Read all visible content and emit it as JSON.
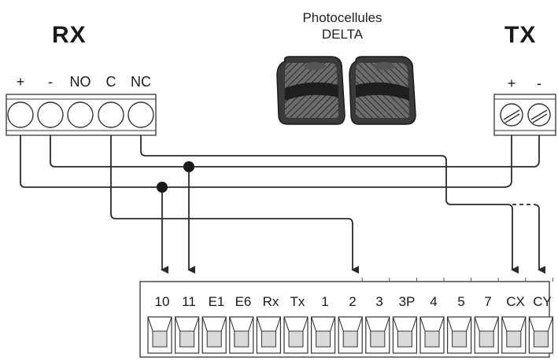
{
  "rx": {
    "title": "RX",
    "terminals": [
      "+",
      "-",
      "NO",
      "C",
      "NC"
    ]
  },
  "tx": {
    "title": "TX",
    "terminals": [
      "+",
      "-"
    ]
  },
  "photocells": {
    "title_line1": "Photocellules",
    "title_line2": "DELTA"
  },
  "control_board": {
    "terminals": [
      "10",
      "11",
      "E1",
      "E6",
      "Rx",
      "Tx",
      "1",
      "2",
      "3",
      "3P",
      "4",
      "5",
      "7",
      "CX",
      "CY"
    ]
  },
  "colors": {
    "wire": "#2b2b2b",
    "terminal_fill": "#d9d9d9",
    "terminal_stroke": "#333333",
    "photocell_body": "#3a3a3a"
  }
}
